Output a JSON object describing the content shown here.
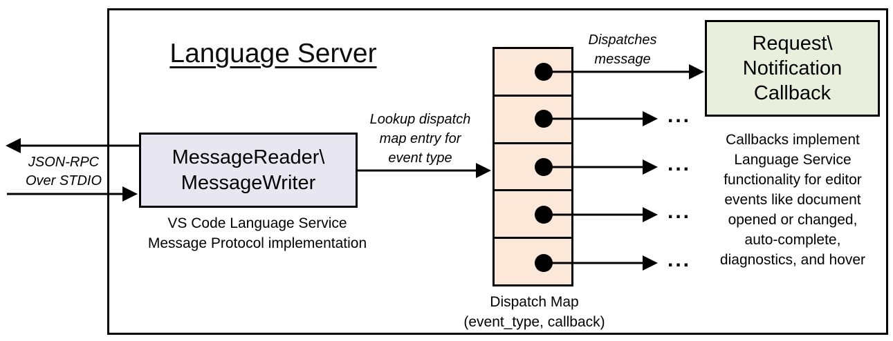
{
  "title": "Language Server",
  "left_channel": {
    "label": "JSON-RPC\nOver STDIO"
  },
  "message_box": {
    "line1": "MessageReader\\",
    "line2": "MessageWriter",
    "caption": "VS Code Language Service\nMessage Protocol implementation"
  },
  "lookup_arrow": {
    "label": "Lookup dispatch\nmap entry for\nevent type"
  },
  "dispatch_map": {
    "cell_count": 5,
    "caption_line1": "Dispatch Map",
    "caption_line2": "(event_type, callback)",
    "cell_color": "#fbe8d9"
  },
  "dispatch_arrow": {
    "label": "Dispatches\nmessage"
  },
  "callback_box": {
    "line1": "Request\\",
    "line2": "Notification",
    "line3": "Callback",
    "note": "Callbacks implement\nLanguage Service\nfunctionality for editor\nevents like document\nopened or changed,\nauto-complete,\ndiagnostics, and hover",
    "fill_color": "#e8efdd"
  },
  "message_box_fill_color": "#e8e7f1",
  "ellipsis": "...",
  "line_color": "#000000"
}
